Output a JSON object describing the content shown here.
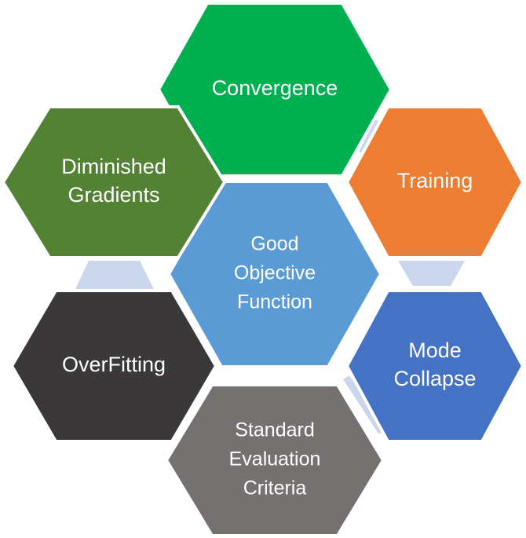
{
  "colors": {
    "connector": "#c9d6ec",
    "border": "#ffffff",
    "text": "#ffffff"
  },
  "hexagons": [
    {
      "id": "center",
      "lines": [
        "Good",
        "Objective",
        "Function"
      ],
      "color": "#5b9bd5"
    },
    {
      "id": "convergence",
      "lines": [
        "Convergence"
      ],
      "color": "#00b050"
    },
    {
      "id": "training",
      "lines": [
        "Training"
      ],
      "color": "#ed7d31"
    },
    {
      "id": "mode-collapse",
      "lines": [
        "Mode",
        "Collapse"
      ],
      "color": "#4472c4"
    },
    {
      "id": "standard-evaluation-criteria",
      "lines": [
        "Standard",
        "Evaluation",
        "Criteria"
      ],
      "color": "#767171"
    },
    {
      "id": "overfitting",
      "lines": [
        "OverFitting"
      ],
      "color": "#3a3838"
    },
    {
      "id": "diminished-gradients",
      "lines": [
        "Diminished",
        "Gradients"
      ],
      "color": "#548235"
    }
  ]
}
